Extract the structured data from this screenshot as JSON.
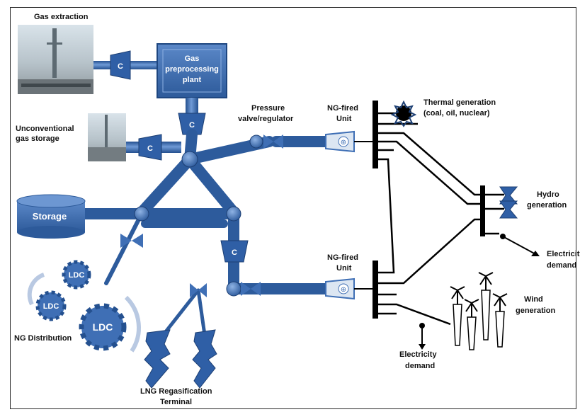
{
  "labels": {
    "gas_extraction": "Gas extraction",
    "preprocessing_1": "Gas",
    "preprocessing_2": "preprocessing",
    "preprocessing_3": "plant",
    "compressor": "C",
    "unconventional_1": "Unconventional",
    "unconventional_2": "gas storage",
    "storage": "Storage",
    "pressure_1": "Pressure",
    "pressure_2": "valve/regulator",
    "ng_unit_top_1": "NG-fired",
    "ng_unit_top_2": "Unit",
    "ng_unit_bottom_1": "NG-fired",
    "ng_unit_bottom_2": "Unit",
    "thermal_1": "Thermal generation",
    "thermal_2": "(coal, oil, nuclear)",
    "hydro_1": "Hydro",
    "hydro_2": "generation",
    "electricity_right_1": "Electricity",
    "electricity_right_2": "demand",
    "wind_1": "Wind",
    "wind_2": "generation",
    "electricity_bottom_1": "Electricity",
    "electricity_bottom_2": "demand",
    "ldc": "LDC",
    "ng_distribution": "NG Distribution",
    "lng_1": "LNG Regasification",
    "lng_2": "Terminal"
  },
  "colors": {
    "pipe": "#3f6fb5",
    "pipe_dark": "#24508f",
    "box": "#3a68ad",
    "busbar": "#000000",
    "line": "#000000"
  }
}
